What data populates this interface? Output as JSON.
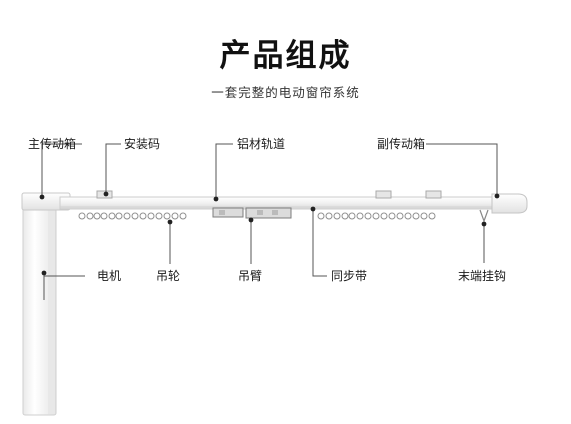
{
  "header": {
    "title": "产品组成",
    "subtitle": "一套完整的电动窗帘系统"
  },
  "labels": {
    "main_box": "主传动箱",
    "mount_clip": "安装码",
    "aluminum_track": "铝材轨道",
    "secondary_box": "副传动箱",
    "motor": "电机",
    "pulley": "吊轮",
    "arm": "吊臂",
    "belt": "同步带",
    "end_hook": "末端挂钩"
  },
  "colors": {
    "leader_line": "#555555",
    "track": "#f4f4f4",
    "track_edge": "#c9c9c9",
    "dot": "#222222"
  }
}
